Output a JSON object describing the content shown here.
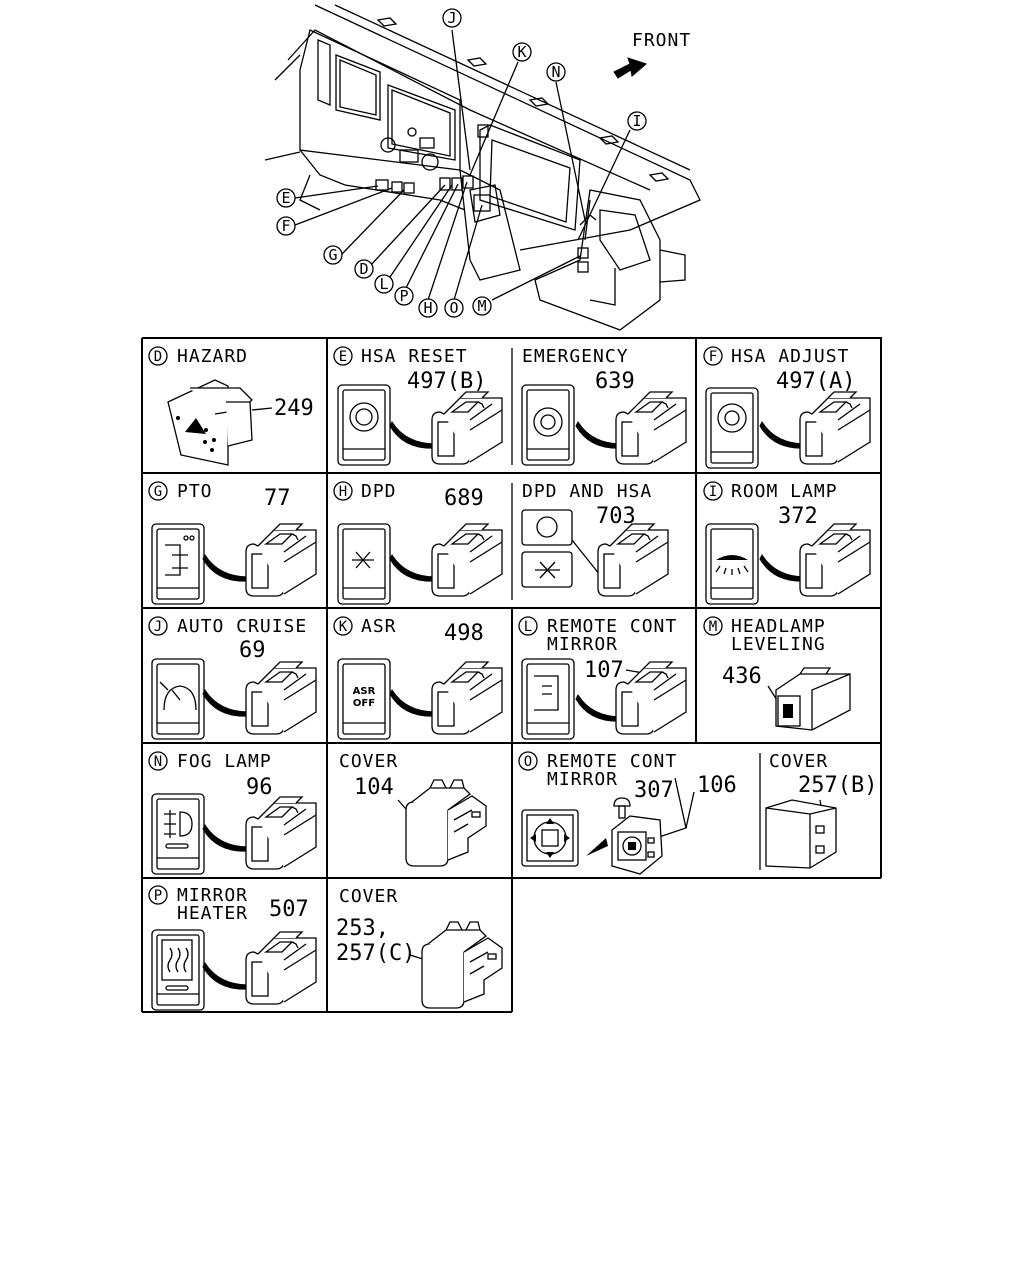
{
  "overview": {
    "front_label": "FRONT",
    "callouts": [
      "E",
      "F",
      "G",
      "D",
      "L",
      "P",
      "H",
      "O",
      "M",
      "J",
      "K",
      "N",
      "I"
    ]
  },
  "cells": {
    "D": {
      "letter": "D",
      "title": "HAZARD",
      "part": "249"
    },
    "E": {
      "letter": "E",
      "title": "HSA RESET",
      "part": "497(B)"
    },
    "emergency": {
      "title": "EMERGENCY",
      "part": "639"
    },
    "F": {
      "letter": "F",
      "title": "HSA ADJUST",
      "part": "497(A)"
    },
    "G": {
      "letter": "G",
      "title": "PTO",
      "part": "77"
    },
    "H": {
      "letter": "H",
      "title": "DPD",
      "part": "689"
    },
    "dpd_hsa": {
      "title": "DPD AND HSA",
      "part": "703"
    },
    "I": {
      "letter": "I",
      "title": "ROOM LAMP",
      "part": "372"
    },
    "J": {
      "letter": "J",
      "title": "AUTO CRUISE",
      "part": "69"
    },
    "K": {
      "letter": "K",
      "title": "ASR",
      "part": "498",
      "icon_text_1": "ASR",
      "icon_text_2": "OFF"
    },
    "L": {
      "letter": "L",
      "title_1": "REMOTE CONT",
      "title_2": "MIRROR",
      "part": "107"
    },
    "M": {
      "letter": "M",
      "title_1": "HEADLAMP",
      "title_2": "LEVELING",
      "part": "436"
    },
    "N": {
      "letter": "N",
      "title": "FOG LAMP",
      "part": "96"
    },
    "cover1": {
      "title": "COVER",
      "part": "104"
    },
    "O": {
      "letter": "O",
      "title_1": "REMOTE CONT",
      "title_2": "MIRROR",
      "part_a": "307",
      "part_b": "106"
    },
    "cover2": {
      "title": "COVER",
      "part": "257(B)"
    },
    "P": {
      "letter": "P",
      "title_1": "MIRROR",
      "title_2": "HEATER",
      "part": "507"
    },
    "cover3": {
      "title": "COVER",
      "part_1": "253,",
      "part_2": "257(C)"
    }
  }
}
